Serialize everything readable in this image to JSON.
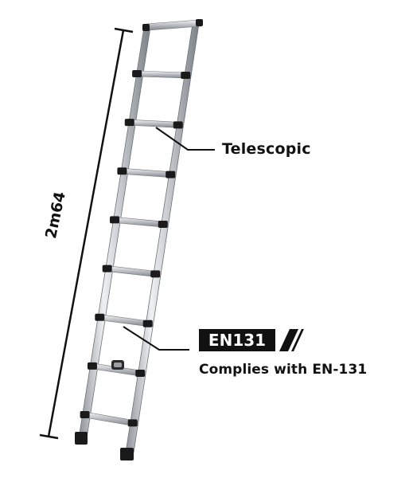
{
  "product": {
    "height_label": "2m64",
    "feature_callout": "Telescopic",
    "certification_badge": "EN131",
    "certification_text": "Complies with EN-131",
    "rung_count": 9
  },
  "colors": {
    "text": "#111111",
    "badge_background": "#111111",
    "badge_text": "#ffffff",
    "aluminium": "#c9ccd0",
    "end_caps": "#1a1a1a"
  }
}
